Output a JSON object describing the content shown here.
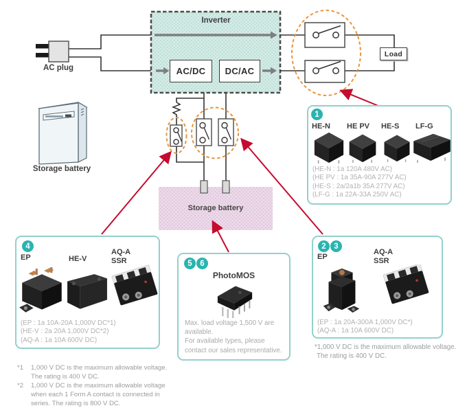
{
  "diagram": {
    "ac_plug": "AC plug",
    "inverter": "Inverter",
    "ac_dc": "AC/DC",
    "dc_ac": "DC/AC",
    "load": "Load",
    "storage_battery_unit": "Storage battery",
    "storage_battery_zone": "Storage battery"
  },
  "colors": {
    "panel_border": "#92d1cc",
    "badge_teal": "#2ab4b0",
    "inverter_fill": "#d5ebe5",
    "pink_zone_fill": "#ecd9e9",
    "orange_highlight": "#e8953c",
    "red_arrow": "#c50b2e",
    "gray_arrow": "#7f7f7f",
    "wire": "#333333"
  },
  "panels": {
    "p1": {
      "numbers": [
        "1"
      ],
      "relays": [
        {
          "name": "HE-N",
          "icon": "relay-photo-he-n"
        },
        {
          "name": "HE PV",
          "icon": "relay-photo-he-pv"
        },
        {
          "name": "HE-S",
          "icon": "relay-photo-he-s"
        },
        {
          "name": "LF-G",
          "icon": "relay-photo-lf-g"
        }
      ],
      "specs": [
        "(HE-N : 1a 120A 480V AC)",
        "(HE PV : 1a 35A-90A 277V AC)",
        "(HE-S : 2a/2a1b 35A 277V AC)",
        "(LF-G : 1a 22A-33A 250V AC)"
      ]
    },
    "p4": {
      "numbers": [
        "4"
      ],
      "relays": [
        {
          "name": "EP",
          "icon": "relay-photo-ep"
        },
        {
          "name": "HE-V",
          "icon": "relay-photo-he-v"
        },
        {
          "name": "AQ-A\nSSR",
          "icon": "relay-photo-aq-a-ssr"
        }
      ],
      "specs": [
        "(EP : 1a 10A-20A 1,000V DC*1)",
        "(HE-V : 2a 20A 1,000V DC*2)",
        "(AQ-A : 1a 10A 600V DC)"
      ]
    },
    "p56": {
      "numbers": [
        "5",
        "6"
      ],
      "title": "PhotoMOS",
      "icon": "photomos-chip",
      "lines": [
        "Max. load voltage 1,500 V are",
        "available.",
        "For available types, please",
        "contact our sales representative."
      ]
    },
    "p23": {
      "numbers": [
        "2",
        "3"
      ],
      "relays": [
        {
          "name": "EP",
          "icon": "relay-photo-ep"
        },
        {
          "name": "AQ-A\nSSR",
          "icon": "relay-photo-aq-a-ssr"
        }
      ],
      "specs": [
        "(EP : 1a 20A-300A 1,000V DC*)",
        "(AQ-A : 1a 10A 600V DC)"
      ],
      "footnote_lines": [
        "*1,000 V DC is the maximum allowable voltage.",
        "The rating is 400 V DC."
      ]
    }
  },
  "footnotes": [
    {
      "marker": "*1",
      "lines": [
        "1,000 V DC is the maximum allowable voltage.",
        "The rating is 400 V DC."
      ]
    },
    {
      "marker": "*2",
      "lines": [
        "1,000 V DC is the maximum allowable voltage",
        "when each 1 Form A contact is connected in",
        "series. The rating is 800 V DC."
      ]
    }
  ]
}
